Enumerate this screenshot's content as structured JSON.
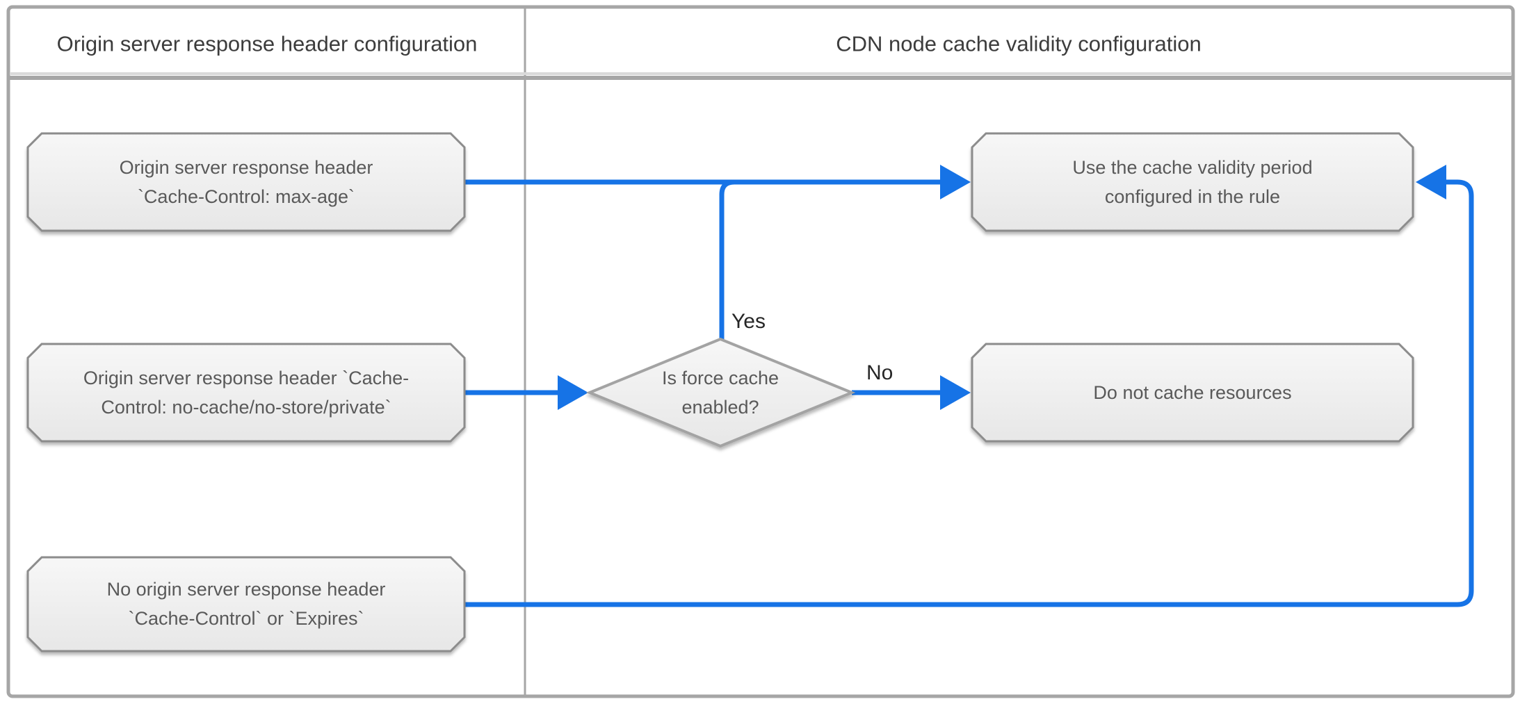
{
  "headers": {
    "left": "Origin server response header configuration",
    "right": "CDN node cache validity configuration"
  },
  "nodes": {
    "origin_max_age": {
      "line1": "Origin server response header",
      "line2": "`Cache-Control: max-age`"
    },
    "origin_no_cache": {
      "line1": "Origin server response header `Cache-",
      "line2": "Control: no-cache/no-store/private`"
    },
    "origin_no_header": {
      "line1": "No origin server response header",
      "line2": "`Cache-Control` or `Expires`"
    },
    "use_rule_validity": {
      "line1": "Use the cache validity period",
      "line2": "configured in the rule"
    },
    "do_not_cache": {
      "text": "Do not cache resources"
    },
    "force_cache_decision": {
      "line1": "Is force cache",
      "line2": "enabled?"
    }
  },
  "edge_labels": {
    "yes": "Yes",
    "no": "No"
  },
  "colors": {
    "arrow_blue": "#1673e6",
    "frame_border": "#a6a6a6",
    "node_border": "#8c8c8c",
    "diamond_border": "#a3a3a3",
    "node_fill_top": "#f7f7f7",
    "node_fill_bottom": "#e7e7e7",
    "header_text": "#3c3c3c",
    "node_text": "#595959",
    "edge_label_text": "#262626",
    "background": "#ffffff"
  }
}
